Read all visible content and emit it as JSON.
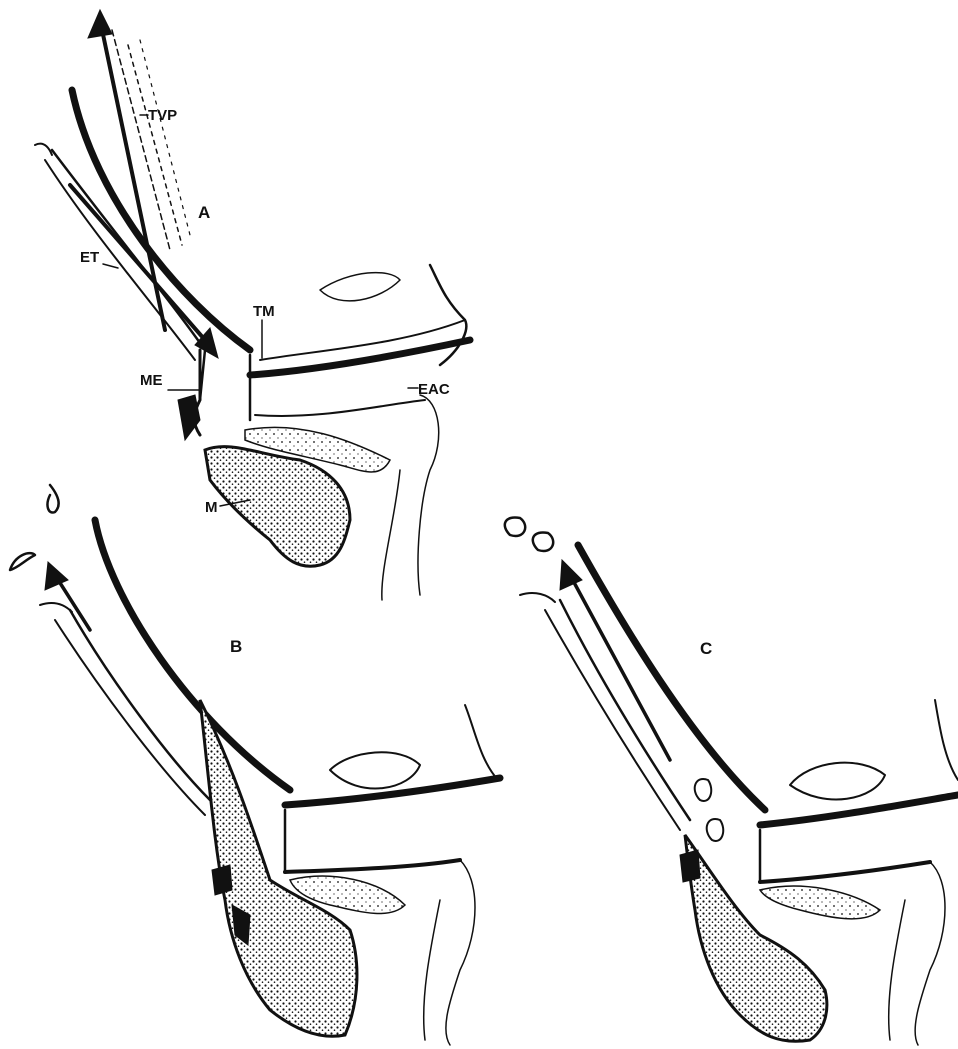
{
  "panels": [
    {
      "id": "A",
      "label": "A"
    },
    {
      "id": "B",
      "label": "B"
    },
    {
      "id": "C",
      "label": "C"
    }
  ],
  "structure_labels": {
    "tvp": "TVP",
    "et": "ET",
    "tm": "TM",
    "me": "ME",
    "eac": "EAC",
    "m": "M"
  },
  "colors": {
    "ink": "#111111",
    "background": "#ffffff"
  }
}
